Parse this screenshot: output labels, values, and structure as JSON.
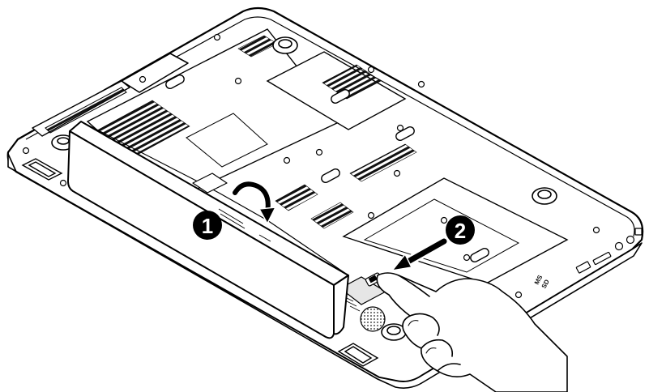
{
  "figure": {
    "subject": "laptop-underside-battery-removal",
    "line_color": "#000000",
    "fill_color": "#ffffff",
    "shade_color": "#e6e6e6"
  },
  "callouts": [
    {
      "id": "step-1",
      "label": "1"
    },
    {
      "id": "step-2",
      "label": "2"
    }
  ],
  "port_labels": {
    "memory_card": "MS",
    "sd_card": "SD"
  },
  "icons": [
    "rotate-arrow-icon",
    "push-arrow-icon",
    "hand-icon"
  ]
}
